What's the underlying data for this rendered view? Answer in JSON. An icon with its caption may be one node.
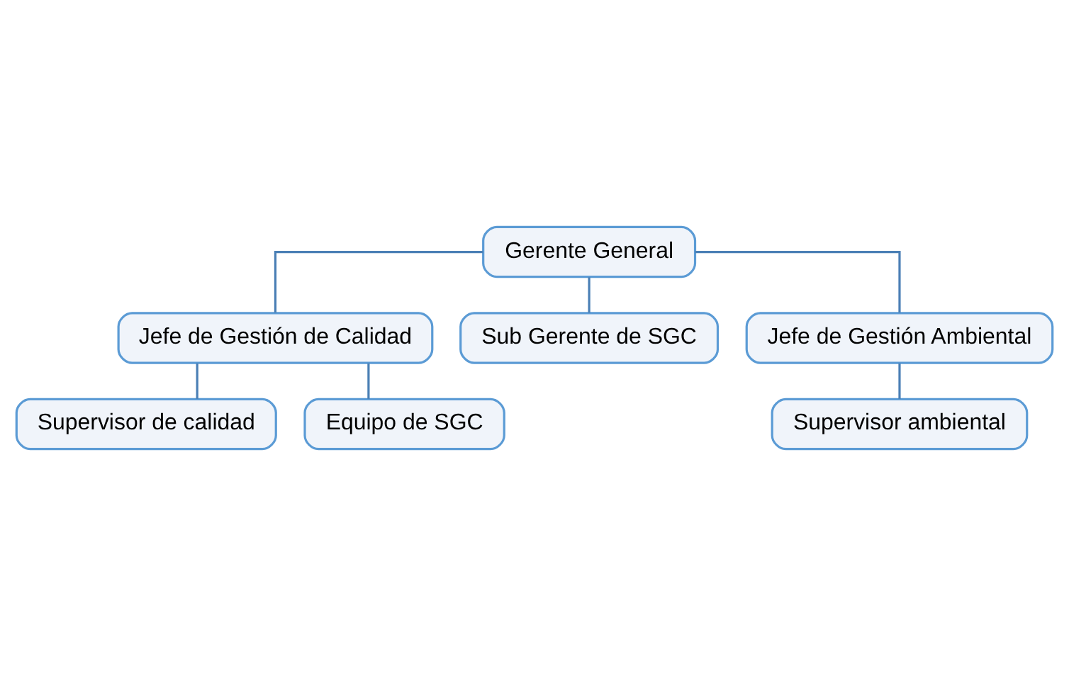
{
  "diagram": {
    "nodes": [
      {
        "text": [
          "Gerente General"
        ]
      },
      {
        "text": [
          "Jefe de Gestión de Calidad"
        ]
      },
      {
        "text": [
          "Sub Gerente de SGC"
        ]
      },
      {
        "text": [
          "Jefe de Gestión Ambiental"
        ]
      },
      {
        "text": [
          "Supervisor de calidad"
        ]
      },
      {
        "text": [
          "Equipo de SGC"
        ]
      },
      {
        "text": [
          "Supervisor ambiental"
        ]
      }
    ],
    "edges": [
      {
        "from": 0,
        "to": 1,
        "arrow": "none"
      },
      {
        "from": 0,
        "to": 2,
        "arrow": "none"
      },
      {
        "from": 0,
        "to": 3,
        "arrow": "none"
      },
      {
        "from": 1,
        "to": 4,
        "arrow": "none"
      },
      {
        "from": 1,
        "to": 5,
        "arrow": "none"
      },
      {
        "from": 3,
        "to": 6,
        "arrow": "none"
      }
    ]
  }
}
